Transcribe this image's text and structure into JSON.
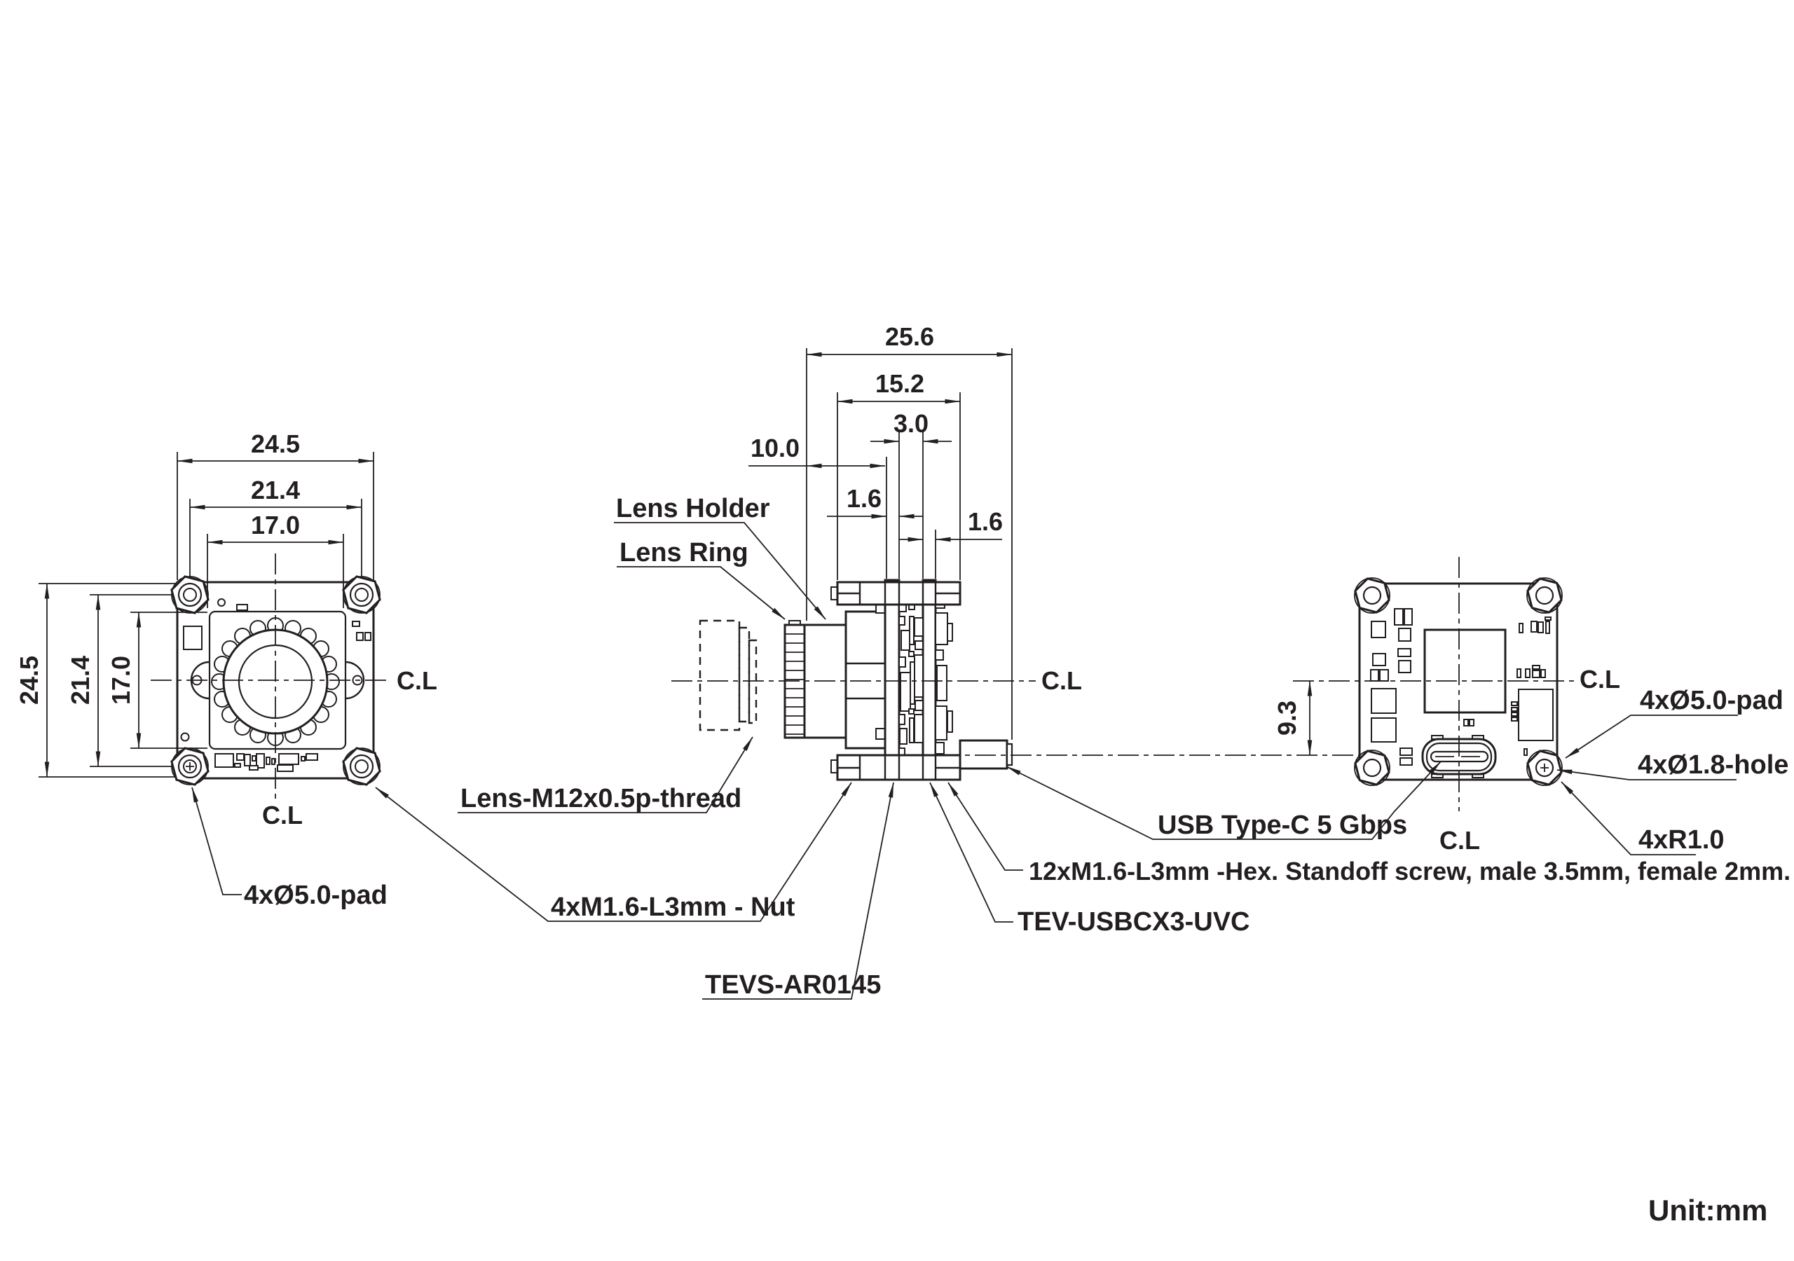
{
  "unit_note": "Unit:mm",
  "front_view": {
    "dim_width_outer": "24.5",
    "dim_width_holes": "21.4",
    "dim_width_inner": "17.0",
    "dim_height_outer": "24.5",
    "dim_height_holes": "21.4",
    "dim_height_inner": "17.0",
    "centerline_right": "C.L",
    "centerline_bottom": "C.L",
    "pad_label": "4xØ5.0-pad"
  },
  "side_view": {
    "dim_total_depth": "25.6",
    "dim_standoff_span": "15.2",
    "dim_board_gap": "3.0",
    "dim_lens_holder_depth": "10.0",
    "dim_board1_thickness": "1.6",
    "dim_board2_thickness": "1.6",
    "centerline_right": "C.L",
    "lens_holder": "Lens Holder",
    "lens_ring": "Lens Ring",
    "lens_thread": "Lens-M12x0.5p-thread",
    "nut_label": "4xM1.6-L3mm - Nut",
    "sensor_board": "TEVS-AR0145",
    "usb_board": "TEV-USBCX3-UVC",
    "standoff_label": "12xM1.6-L3mm -Hex. Standoff screw, male 3.5mm, female 2mm.",
    "usb_label": "USB  Type-C  5 Gbps"
  },
  "back_view": {
    "dim_usb_offset": "9.3",
    "centerline_right": "C.L",
    "centerline_bottom": "C.L",
    "pad_label": "4xØ5.0-pad",
    "hole_label": "4xØ1.8-hole",
    "radius_label": "4xR1.0"
  }
}
